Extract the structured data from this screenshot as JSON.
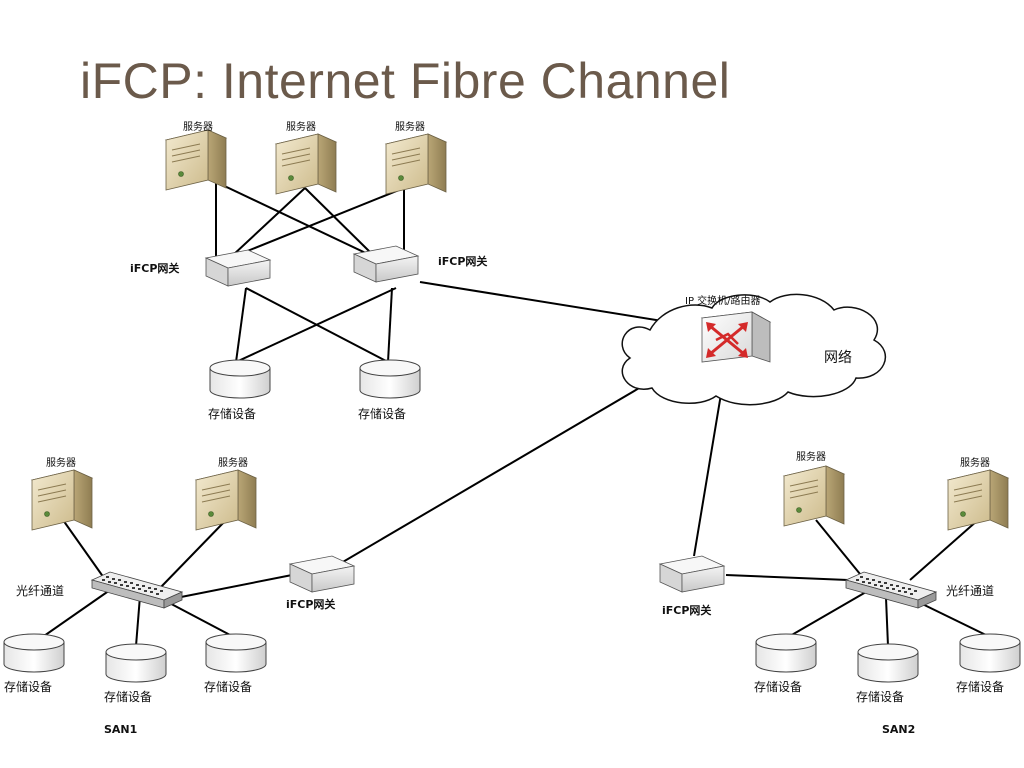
{
  "title": "iFCP: Internet Fibre Channel",
  "labels": {
    "server": "服务器",
    "storage": "存储设备",
    "ifcp_gateway": "iFCP网关",
    "fc_switch": "光纤通道",
    "ip_router": "IP 交换机/路由器",
    "network": "网络",
    "san1": "SAN1",
    "san2": "SAN2"
  },
  "colors": {
    "title": "#6b5a4b",
    "server_body": "#e8dcb5",
    "router_arrow": "#d42a2a"
  }
}
